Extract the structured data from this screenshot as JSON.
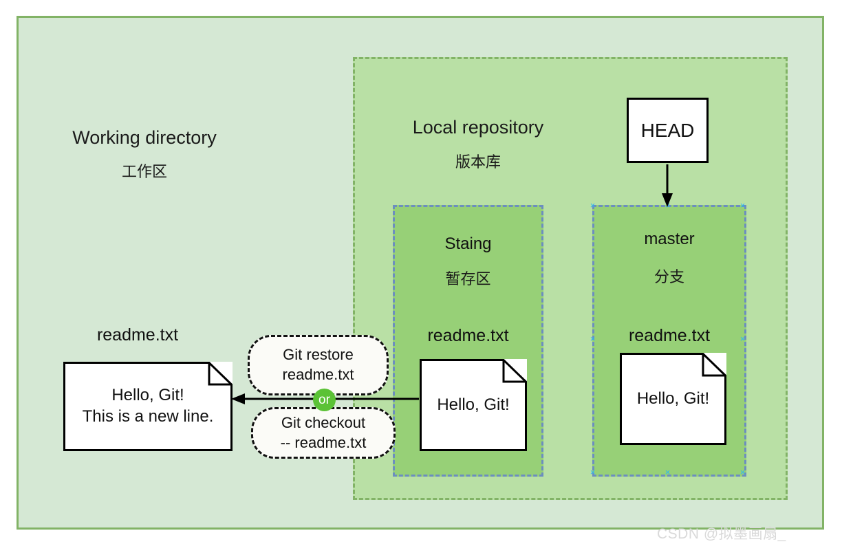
{
  "diagram": {
    "working_directory": {
      "title_en": "Working directory",
      "title_cn": "工作区",
      "file_label": "readme.txt",
      "file_content_line1": "Hello, Git!",
      "file_content_line2": "This is a new line."
    },
    "local_repository": {
      "title_en": "Local repository",
      "title_cn": "版本库"
    },
    "staging": {
      "title_en": "Staing",
      "title_cn": "暂存区",
      "file_label": "readme.txt",
      "file_content": "Hello, Git!"
    },
    "master": {
      "title_en": "master",
      "title_cn": "分支",
      "file_label": "readme.txt",
      "file_content": "Hello, Git!"
    },
    "head": {
      "label": "HEAD"
    },
    "commands": {
      "restore_line1": "Git restore",
      "restore_line2": "readme.txt",
      "or_label": "or",
      "checkout_line1": "Git checkout",
      "checkout_line2": "-- readme.txt"
    },
    "watermark": "CSDN @拟墨画扇_",
    "colors": {
      "working_directory_fill": "#d5e8d4",
      "working_directory_border": "#82b366",
      "local_repository_fill": "#b9e0a5",
      "local_repository_border": "#82b366",
      "subarea_fill": "#97d077",
      "subarea_border": "#6c8ebf",
      "document_fill": "#ffffff",
      "document_border": "#000000",
      "or_badge": "#5bc236",
      "selection_handle": "#29b6f6"
    },
    "handle_glyph": "×"
  }
}
